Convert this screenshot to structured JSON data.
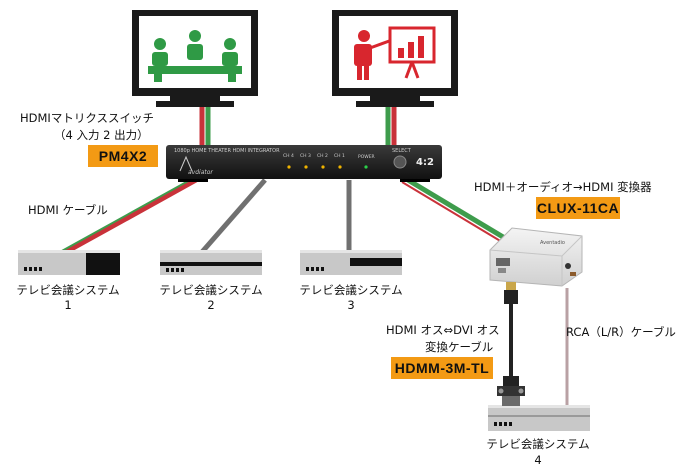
{
  "switcher": {
    "title": "HDMIマトリクススイッチ",
    "subtitle": "（4 入力 2 出力）",
    "model": "PM4X2",
    "panel_text": "1080p HOME THEATER HDMI INTEGRATOR",
    "brand": "avdiator",
    "ch_labels": [
      "CH 4",
      "CH 3",
      "CH 2",
      "CH 1"
    ],
    "power_label": "POWER",
    "select_label": "SELECT",
    "mode_text": "4:2"
  },
  "converter": {
    "title": "HDMI＋オーディオ→HDMI 変換器",
    "model": "CLUX-11CA",
    "brand": "Aventadio"
  },
  "cables": {
    "hdmi": "HDMI ケーブル",
    "hdmi_dvi_line1": "HDMI オス⇔DVI オス",
    "hdmi_dvi_line2": "変換ケーブル",
    "hdmi_dvi_model": "HDMM-3M-TL",
    "rca": "RCA（L/R）ケーブル"
  },
  "endpoints": [
    {
      "name": "テレビ会議システム",
      "num": "1"
    },
    {
      "name": "テレビ会議システム",
      "num": "2"
    },
    {
      "name": "テレビ会議システム",
      "num": "3"
    },
    {
      "name": "テレビ会議システム",
      "num": "4"
    }
  ],
  "colors": {
    "label_bg": "#f39a14",
    "wire_red": "#c9323a",
    "wire_green": "#3e9c4c",
    "wire_gray": "#707070",
    "icon_green": "#2f9a45",
    "icon_red": "#d8262e"
  }
}
